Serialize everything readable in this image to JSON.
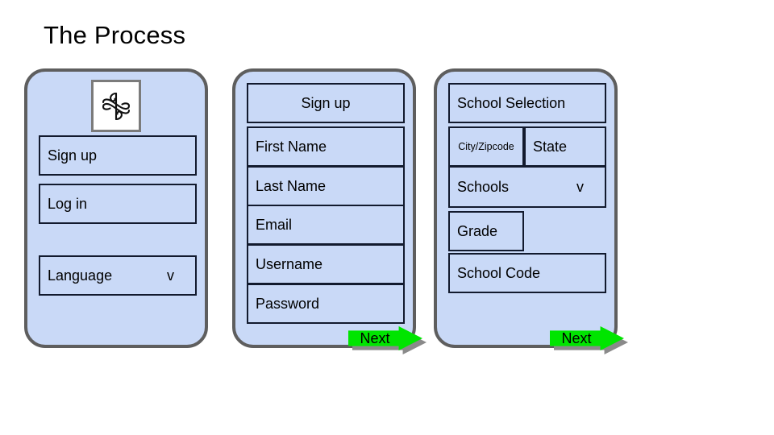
{
  "slide": {
    "title": "The Process",
    "background_color": "#ffffff"
  },
  "theme": {
    "panel_fill": "#c9d9f7",
    "panel_border": "#5e5e5e",
    "field_border": "#121a2e",
    "arrow_green": "#00e500",
    "arrow_shadow": "#8a8a8a",
    "text_color": "#000000"
  },
  "panels": [
    {
      "name": "welcome-screen",
      "logo": "flourish-ornament-icon",
      "fields": [
        {
          "label": "Sign up",
          "align": "left",
          "chevron": null
        },
        {
          "label": "Log in",
          "align": "left",
          "chevron": null
        },
        {
          "label": "Language",
          "align": "left",
          "chevron": "v"
        }
      ],
      "next_button": null
    },
    {
      "name": "sign-up-screen",
      "header": "Sign up",
      "fields": [
        {
          "label": "First Name"
        },
        {
          "label": "Last Name"
        },
        {
          "label": "Email"
        },
        {
          "label": "Username"
        },
        {
          "label": "Password"
        }
      ],
      "next_button": {
        "label": "Next"
      }
    },
    {
      "name": "school-selection-screen",
      "header": "School Selection",
      "fields": [
        {
          "label": "City/Zipcode",
          "size": "small"
        },
        {
          "label": "State"
        },
        {
          "label": "Schools",
          "chevron": "v"
        },
        {
          "label": "Grade"
        },
        {
          "label": "School Code"
        }
      ],
      "next_button": {
        "label": "Next"
      }
    }
  ]
}
